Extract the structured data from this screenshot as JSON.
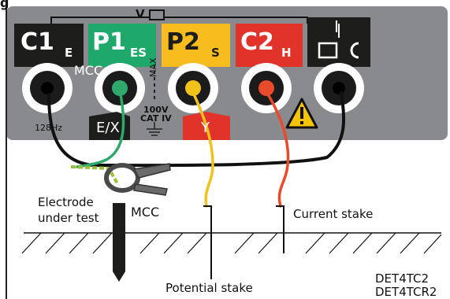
{
  "header": {
    "title_fragment": "g"
  },
  "panel": {
    "top_label": "V",
    "terminals": [
      {
        "name": "C1",
        "sub": "E",
        "color": "#1d1d1b",
        "text_color": "#ffffff"
      },
      {
        "name": "P1",
        "sub": "ES",
        "color": "#1ea86a",
        "text_color": "#ffffff"
      },
      {
        "name": "P2",
        "sub": "S",
        "color": "#f7bc1e",
        "text_color": "#1d1d1b"
      },
      {
        "name": "C2",
        "sub": "H",
        "color": "#e2332b",
        "text_color": "#ffffff"
      },
      {
        "name": "I",
        "sub": "",
        "color": "#1d1d1b",
        "text_color": "#ffffff"
      }
    ],
    "freq_label": "128Hz",
    "ex_label": "E/X",
    "y_label": "Y",
    "max_label": "MAX",
    "rating_line1": "100V",
    "rating_line2": "CAT IV",
    "panel_color": "#888a8d"
  },
  "labels": {
    "mcc_top": "MCC",
    "mcc_bottom": "MCC",
    "electrode_line1": "Electrode",
    "electrode_line2": "under test",
    "current_stake": "Current stake",
    "potential_stake": "Potential stake",
    "model1": "DET4TC2",
    "model2": "DET4TCR2"
  },
  "colors": {
    "green_lead": "#2fa86c",
    "yellow_lead": "#f2c21c",
    "red_lead": "#e94a2a",
    "black_lead": "#111111",
    "warning": "#f5c400"
  }
}
